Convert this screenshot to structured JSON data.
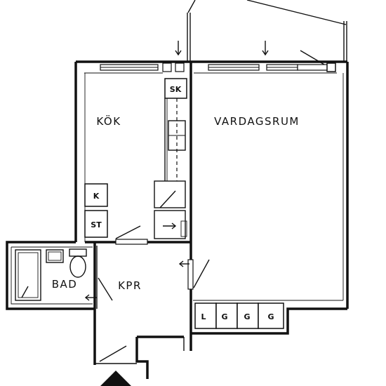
{
  "rooms": {
    "kitchen": "KÖK",
    "living_room": "VARDAGSRUM",
    "bathroom": "BAD",
    "closet_hall": "KPR"
  },
  "fixtures": {
    "fridge": "SK",
    "cooker": "K",
    "stove_top": "ST",
    "wardrobes": [
      "L",
      "G",
      "G",
      "G"
    ]
  },
  "colors": {
    "line": "#111111",
    "background": "#ffffff"
  }
}
